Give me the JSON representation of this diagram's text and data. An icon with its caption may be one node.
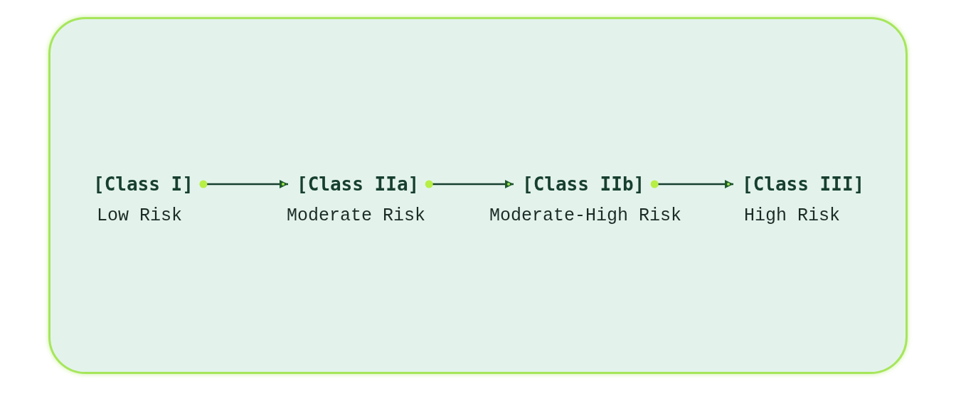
{
  "diagram": {
    "nodes": [
      {
        "text": [],
        "shape": "box"
      },
      {
        "text": [
          "[Class I]"
        ],
        "beside": [
          "Low Risk"
        ],
        "in": 0
      },
      {
        "text": [
          "[Class IIa]"
        ],
        "beside": [
          "Moderate Risk"
        ],
        "in": 0
      },
      {
        "text": [
          "[Class IIb]"
        ],
        "beside": [
          "Moderate-High Risk"
        ],
        "in": 0
      },
      {
        "text": [
          "[Class III]"
        ],
        "beside": [
          "High Risk"
        ],
        "in": 0
      }
    ],
    "edges": [
      {
        "from": 1,
        "to": 2,
        "arrow": "to"
      },
      {
        "from": 2,
        "to": 3,
        "arrow": "to"
      },
      {
        "from": 3,
        "to": 4,
        "arrow": "to"
      }
    ]
  }
}
